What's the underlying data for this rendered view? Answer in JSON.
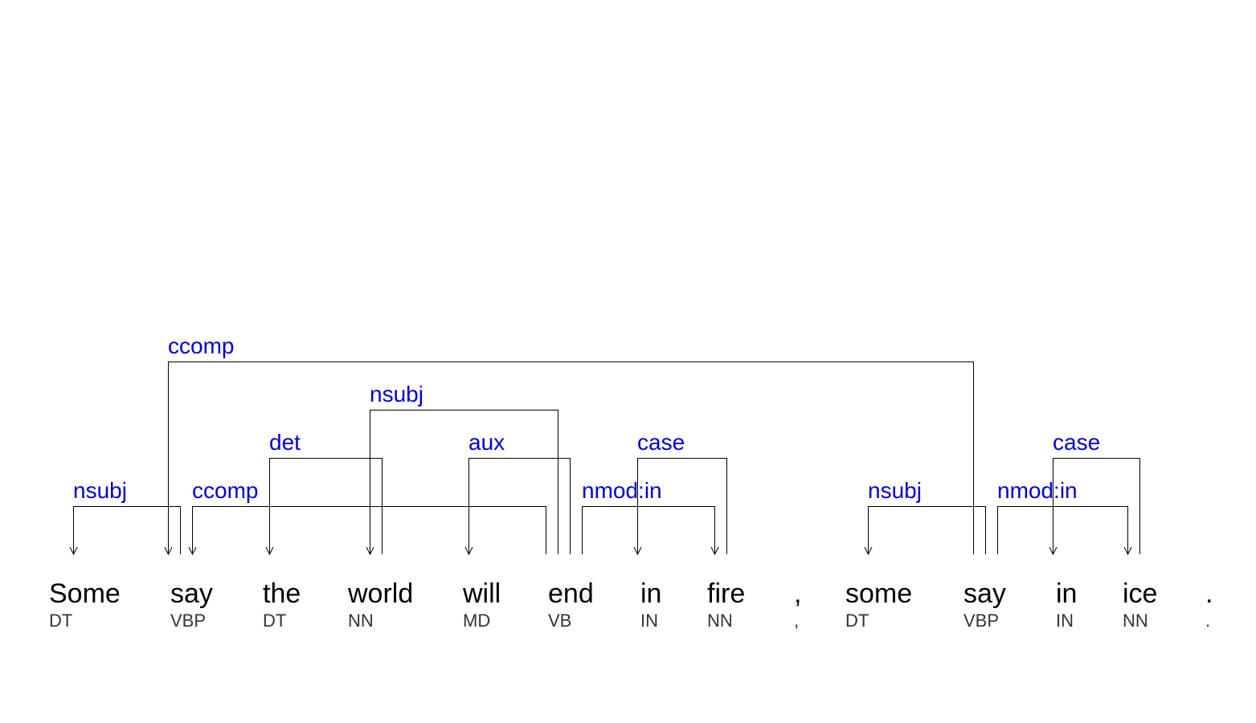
{
  "colors": {
    "word": "#000000",
    "tag": "#333333",
    "relation": "#0000dd",
    "arc": "#000000",
    "background": "#ffffff"
  },
  "tokens": [
    {
      "word": "Some",
      "tag": "DT"
    },
    {
      "word": "say",
      "tag": "VBP"
    },
    {
      "word": "the",
      "tag": "DT"
    },
    {
      "word": "world",
      "tag": "NN"
    },
    {
      "word": "will",
      "tag": "MD"
    },
    {
      "word": "end",
      "tag": "VB"
    },
    {
      "word": "in",
      "tag": "IN"
    },
    {
      "word": "fire",
      "tag": "NN"
    },
    {
      "word": ",",
      "tag": ","
    },
    {
      "word": "some",
      "tag": "DT"
    },
    {
      "word": "say",
      "tag": "VBP"
    },
    {
      "word": "in",
      "tag": "IN"
    },
    {
      "word": "ice",
      "tag": "NN"
    },
    {
      "word": ".",
      "tag": "."
    }
  ],
  "dependencies": [
    {
      "label": "nsubj",
      "head": 1,
      "dependent": 0,
      "level": 1
    },
    {
      "label": "ccomp",
      "head": 5,
      "dependent": 1,
      "level": 1
    },
    {
      "label": "det",
      "head": 3,
      "dependent": 2,
      "level": 2
    },
    {
      "label": "nsubj",
      "head": 5,
      "dependent": 3,
      "level": 3
    },
    {
      "label": "aux",
      "head": 5,
      "dependent": 4,
      "level": 2
    },
    {
      "label": "nmod:in",
      "head": 5,
      "dependent": 7,
      "level": 1
    },
    {
      "label": "case",
      "head": 7,
      "dependent": 6,
      "level": 2
    },
    {
      "label": "nsubj",
      "head": 10,
      "dependent": 9,
      "level": 1
    },
    {
      "label": "ccomp",
      "head": 10,
      "dependent": 1,
      "level": 4
    },
    {
      "label": "nmod:in",
      "head": 10,
      "dependent": 12,
      "level": 1
    },
    {
      "label": "case",
      "head": 12,
      "dependent": 11,
      "level": 2
    }
  ]
}
